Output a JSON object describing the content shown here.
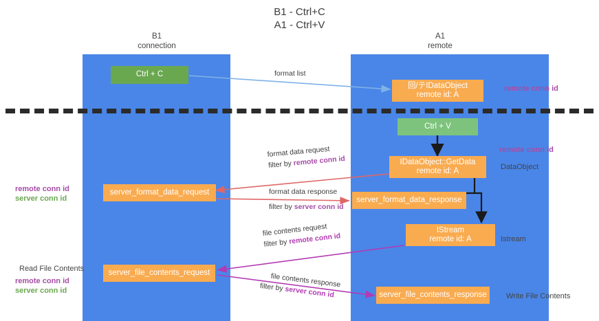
{
  "title": "B1 - Ctrl+C\nA1 - Ctrl+V",
  "lanes": [
    {
      "name": "b1",
      "label": "B1\nconnection"
    },
    {
      "name": "a1",
      "label": "A1\nremote"
    }
  ],
  "boxes": {
    "ctrl_c": "Ctrl + C",
    "data_object": "回/テIDataObject\nremote id: A",
    "ctrl_v": "Ctrl + V",
    "get_data": "IDataObject::GetData\nremote id: A",
    "server_format_data_request": "server_format_data_request",
    "server_format_data_response": "server_format_data_response",
    "istream": "IStream\nremote id: A",
    "server_file_contents_request": "server_file_contents_request",
    "server_file_contents_response": "server_file_contents_response"
  },
  "arrow_labels": {
    "format_list": "format list",
    "format_data_request_line1": "format data request",
    "format_data_request_line2_prefix": "filter by ",
    "format_data_request_line2_em": "remote conn id",
    "format_data_response_line1": "format data response",
    "format_data_response_line2_prefix": "filter by ",
    "format_data_response_line2_em": "server conn id",
    "file_contents_request_line1": "file contents request",
    "file_contents_request_line2_prefix": "filter by ",
    "file_contents_request_line2_em": "remote conn id",
    "file_contents_response_line1": "file contents response",
    "file_contents_response_line2_prefix": "filter by ",
    "file_contents_response_line2_em": "server conn id"
  },
  "side_labels": {
    "right_remote_conn_top": "remote conn id",
    "right_remote_conn_mid": "remote conn id",
    "right_data_object": "DataObject",
    "right_istream": "Istream",
    "right_write_file_contents": "Write File Contents",
    "left_remote_conn_mid": "remote conn id",
    "left_server_conn_mid": "server conn id",
    "left_read_file_contents": "Read File Contents",
    "left_remote_conn_bottom": "remote conn id",
    "left_server_conn_bottom": "server conn id"
  },
  "colors": {
    "lane_blue": "#4a86e8",
    "box_orange": "#f9ab50",
    "box_green": "#6aa84f",
    "divider_black": "#2b2b2b",
    "arrow_blue": "#7fb2e5",
    "arrow_red": "#e06666",
    "arrow_magenta": "#b33bb3",
    "arrow_black": "#1a1a1a",
    "conn_purple": "#a64ca6",
    "conn_green": "#6aa84f"
  }
}
